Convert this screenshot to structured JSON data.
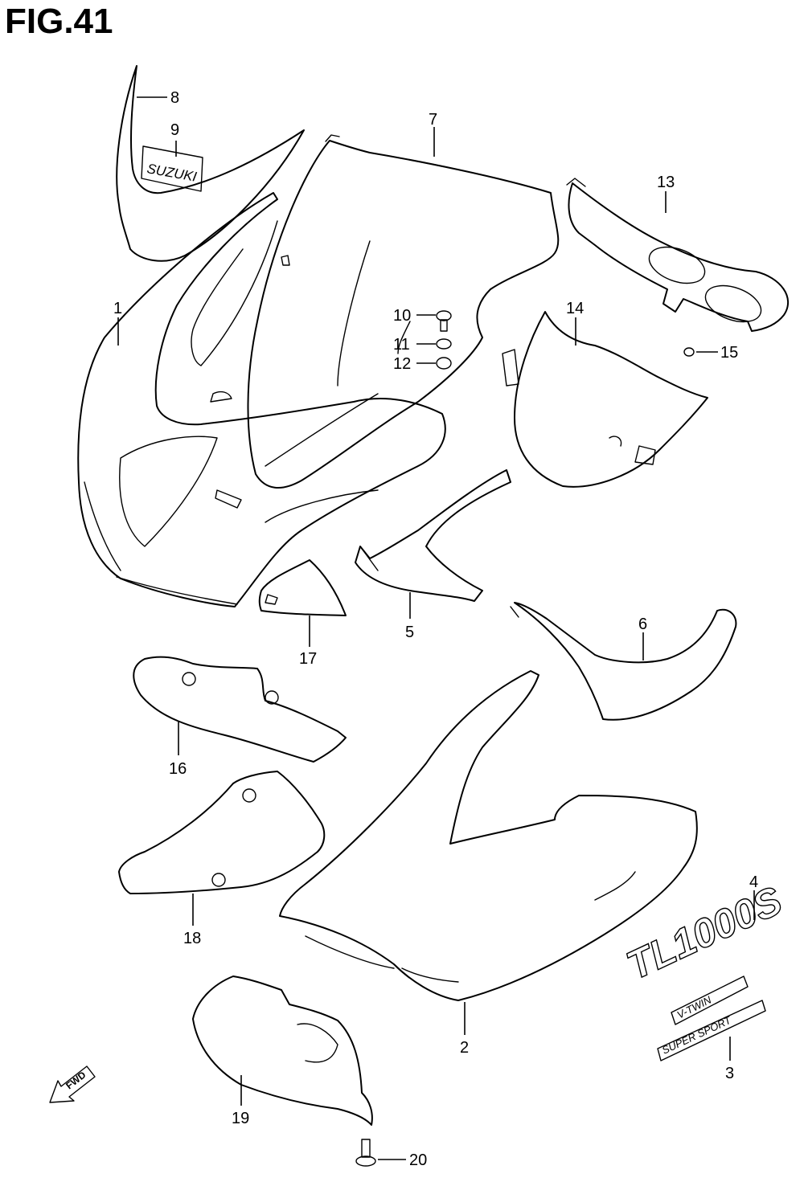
{
  "figure": {
    "title": "FIG.41"
  },
  "callouts": [
    {
      "label": "1"
    },
    {
      "label": "2"
    },
    {
      "label": "3"
    },
    {
      "label": "4"
    },
    {
      "label": "5"
    },
    {
      "label": "6"
    },
    {
      "label": "7"
    },
    {
      "label": "8"
    },
    {
      "label": "9"
    },
    {
      "label": "10"
    },
    {
      "label": "11"
    },
    {
      "label": "12"
    },
    {
      "label": "13"
    },
    {
      "label": "14"
    },
    {
      "label": "15"
    },
    {
      "label": "16"
    },
    {
      "label": "17"
    },
    {
      "label": "18"
    },
    {
      "label": "19"
    },
    {
      "label": "20"
    }
  ],
  "markings": {
    "decal_9": "SUZUKI",
    "decal_4": "TL1000S",
    "decal_3a": "V-TWIN",
    "decal_3b": "SUPER SPORT",
    "fwd_arrow": "FWD"
  },
  "icons": {
    "fwd": "arrow-forward-icon"
  }
}
